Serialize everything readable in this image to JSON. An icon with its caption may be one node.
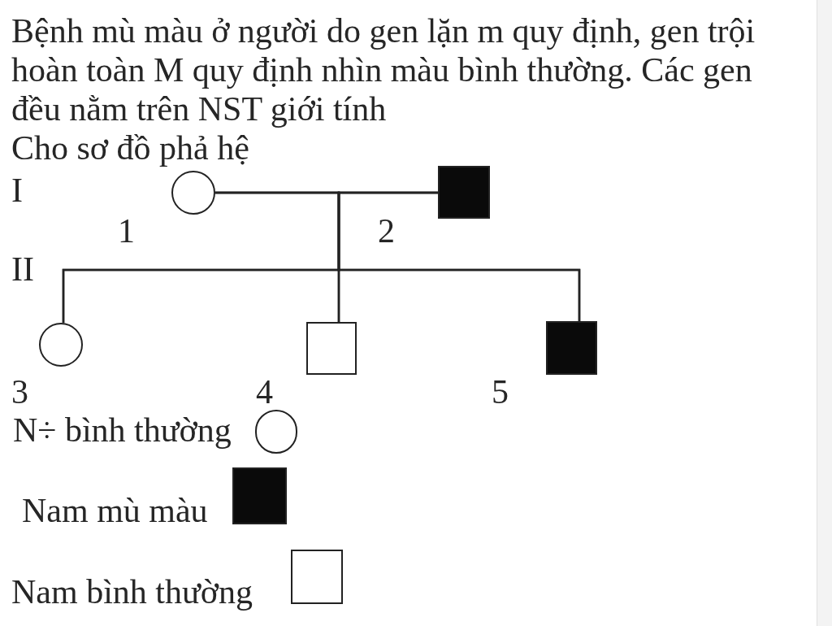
{
  "diagram": {
    "nodes": [
      {
        "text": [],
        "shape": "circle",
        "beside": [
          "1"
        ]
      },
      {
        "text": [],
        "shape": "box",
        "beside": [
          "2"
        ]
      },
      {
        "text": [],
        "shape": "circle",
        "beside": [
          "3"
        ]
      },
      {
        "text": [],
        "shape": "box",
        "beside": [
          "4"
        ]
      },
      {
        "text": [],
        "shape": "box",
        "beside": [
          "5"
        ]
      }
    ],
    "edges": [
      {
        "from": 0,
        "to": 2,
        "arrow": "none"
      },
      {
        "from": 0,
        "to": 3,
        "arrow": "none"
      },
      {
        "from": 0,
        "to": 4,
        "arrow": "none"
      },
      {
        "from": 1,
        "to": 2,
        "arrow": "none"
      },
      {
        "from": 1,
        "to": 3,
        "arrow": "none"
      },
      {
        "from": 1,
        "to": 4,
        "arrow": "none"
      }
    ],
    "labels": [
      "Bệnh mù màu ở người do gen lặn m quy định, gen trội hoàn toàn M quy định nhìn màu bình thường. Các gen đều nằm trên NST giới tính",
      "Cho sơ đồ phả hệ",
      "I",
      "II"
    ],
    "legend": [
      {
        "text": "N÷ bình thường"
      },
      {
        "text": "Nam mù màu"
      },
      {
        "text": "Nam bình thường"
      }
    ]
  }
}
